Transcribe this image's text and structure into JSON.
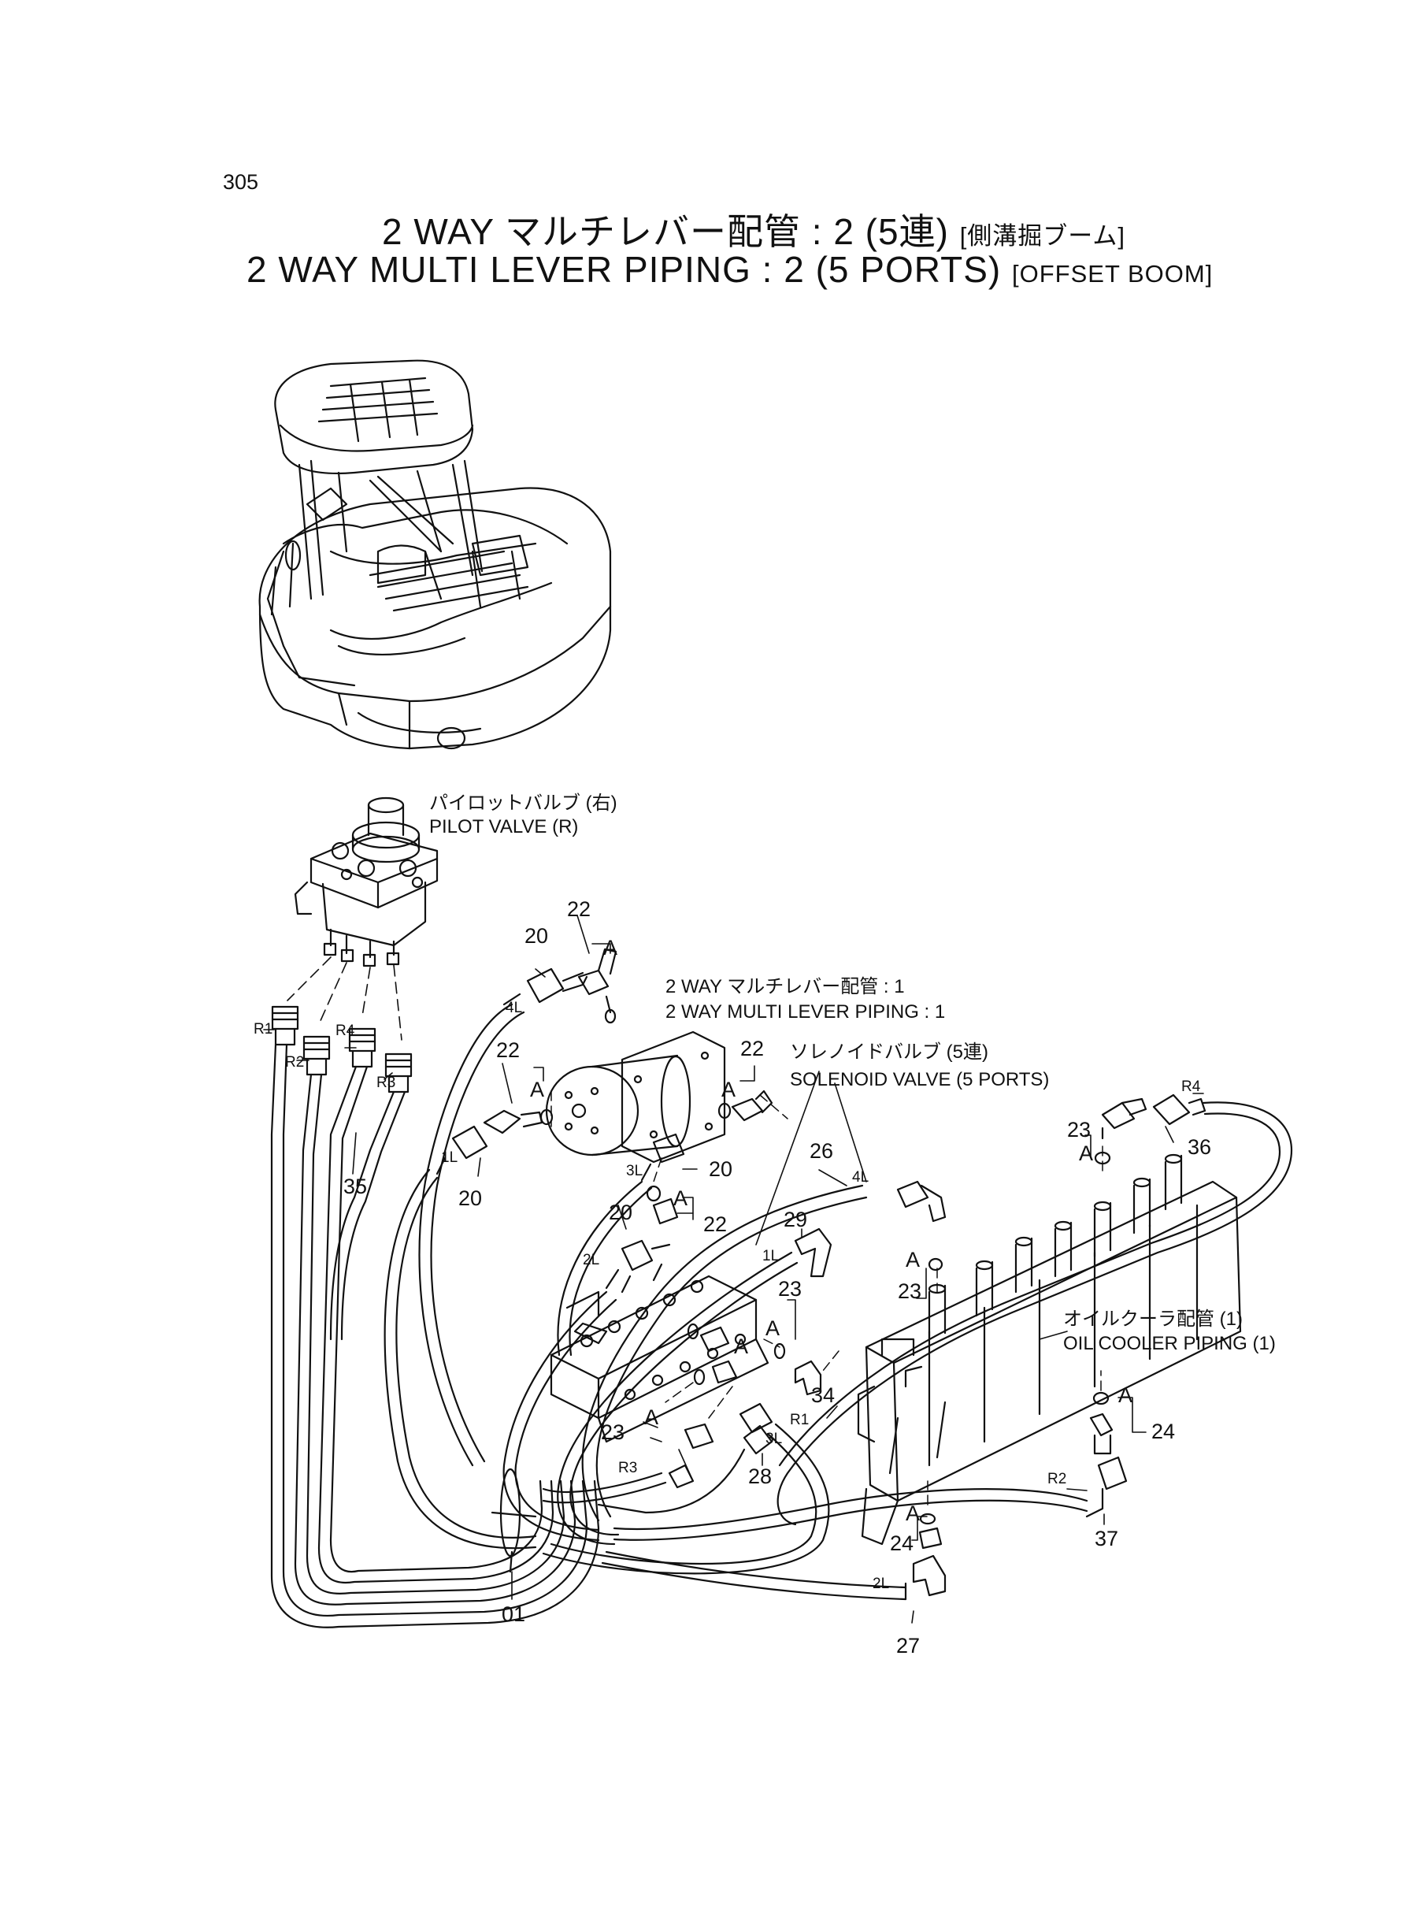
{
  "page_number": "305",
  "title_jp_main": "2 WAY マルチレバー配管 : 2 (5連)",
  "title_jp_bracket": "[側溝掘ブーム]",
  "title_en_main": "2 WAY MULTI LEVER PIPING : 2 (5 PORTS)",
  "title_en_bracket": "[OFFSET BOOM]",
  "labels": {
    "pilot_valve_jp": "パイロットバルブ (右)",
    "pilot_valve_en": "PILOT VALVE (R)",
    "multi_lever_jp": "2 WAY マルチレバー配管 : 1",
    "multi_lever_en": "2 WAY MULTI LEVER PIPING : 1",
    "solenoid_jp": "ソレノイドバルブ (5連)",
    "solenoid_en": "SOLENOID VALVE (5 PORTS)",
    "oil_cooler_jp": "オイルクーラ配管 (1)",
    "oil_cooler_en": "OIL COOLER PIPING (1)"
  },
  "part_numbers": {
    "p01": "01",
    "p20": "20",
    "p22": "22",
    "p23": "23",
    "p24": "24",
    "p26": "26",
    "p27": "27",
    "p28": "28",
    "p29": "29",
    "p34": "34",
    "p35": "35",
    "p36": "36",
    "p37": "37"
  },
  "port_marks": {
    "r1": "R1",
    "r2": "R2",
    "r3": "R3",
    "r4": "R4",
    "l1": "1L",
    "l2": "2L",
    "l3": "3L",
    "l4": "4L",
    "a": "A"
  }
}
